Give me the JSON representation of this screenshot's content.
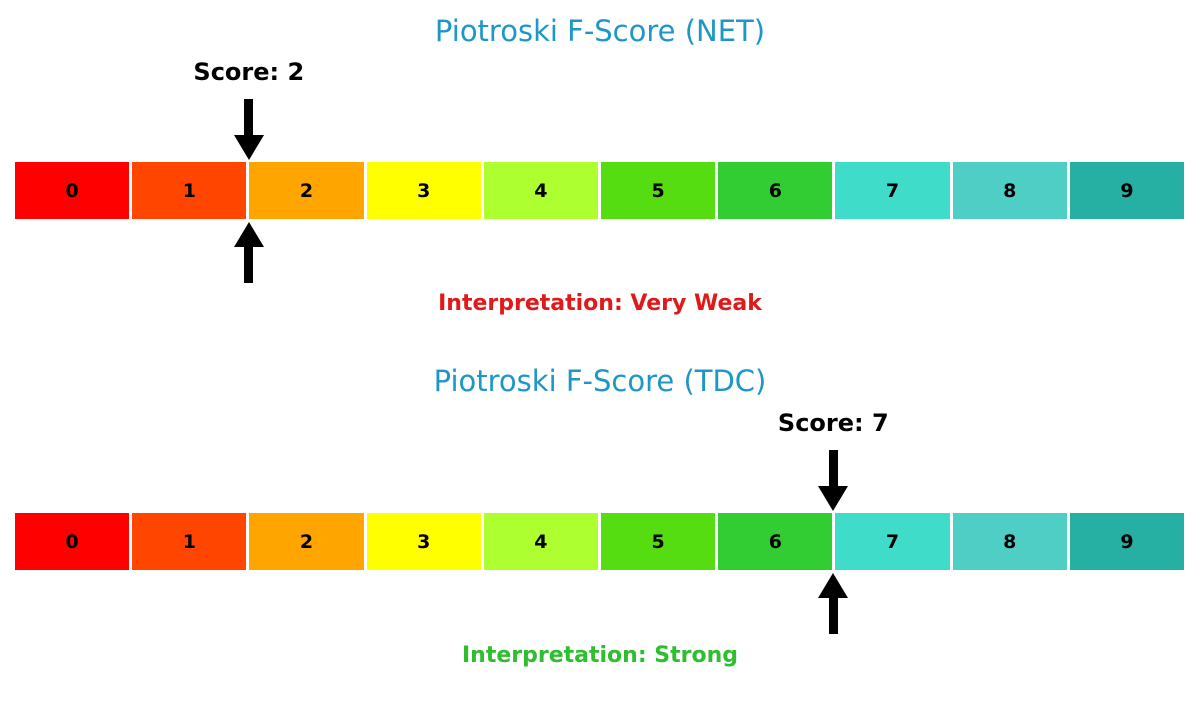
{
  "figure": {
    "title_color": "#1E97C8",
    "background": "#ffffff"
  },
  "scale": {
    "min": 0,
    "max": 10,
    "segments": [
      {
        "label": "0",
        "color": "#FF0000"
      },
      {
        "label": "1",
        "color": "#FF4500"
      },
      {
        "label": "2",
        "color": "#FFA500"
      },
      {
        "label": "3",
        "color": "#FFFF00"
      },
      {
        "label": "4",
        "color": "#ADFF2F"
      },
      {
        "label": "5",
        "color": "#55DD12"
      },
      {
        "label": "6",
        "color": "#32CD32"
      },
      {
        "label": "7",
        "color": "#40DCCA"
      },
      {
        "label": "8",
        "color": "#4FCEC5"
      },
      {
        "label": "9",
        "color": "#26B0A4"
      }
    ]
  },
  "charts": [
    {
      "title": "Piotroski F-Score (NET)",
      "score": 2,
      "score_label": "Score: 2",
      "interpretation": "Interpretation: Very Weak",
      "interpretation_color": "#E01A1A"
    },
    {
      "title": "Piotroski F-Score (TDC)",
      "score": 7,
      "score_label": "Score: 7",
      "interpretation": "Interpretation: Strong",
      "interpretation_color": "#2FBE2F"
    }
  ],
  "chart_data": [
    {
      "type": "bar",
      "subtype": "discrete-color-scale-gauge",
      "title": "Piotroski F-Score (NET)",
      "categories": [
        "0",
        "1",
        "2",
        "3",
        "4",
        "5",
        "6",
        "7",
        "8",
        "9"
      ],
      "segment_colors": [
        "#FF0000",
        "#FF4500",
        "#FFA500",
        "#FFFF00",
        "#ADFF2F",
        "#55DD12",
        "#32CD32",
        "#40DCCA",
        "#4FCEC5",
        "#26B0A4"
      ],
      "marker_value": 2,
      "marker_label": "Score: 2",
      "annotation": "Interpretation: Very Weak",
      "annotation_color": "#E01A1A",
      "xlim": [
        0,
        10
      ],
      "legend": "none",
      "grid": false
    },
    {
      "type": "bar",
      "subtype": "discrete-color-scale-gauge",
      "title": "Piotroski F-Score (TDC)",
      "categories": [
        "0",
        "1",
        "2",
        "3",
        "4",
        "5",
        "6",
        "7",
        "8",
        "9"
      ],
      "segment_colors": [
        "#FF0000",
        "#FF4500",
        "#FFA500",
        "#FFFF00",
        "#ADFF2F",
        "#55DD12",
        "#32CD32",
        "#40DCCA",
        "#4FCEC5",
        "#26B0A4"
      ],
      "marker_value": 7,
      "marker_label": "Score: 7",
      "annotation": "Interpretation: Strong",
      "annotation_color": "#2FBE2F",
      "xlim": [
        0,
        10
      ],
      "legend": "none",
      "grid": false
    }
  ]
}
